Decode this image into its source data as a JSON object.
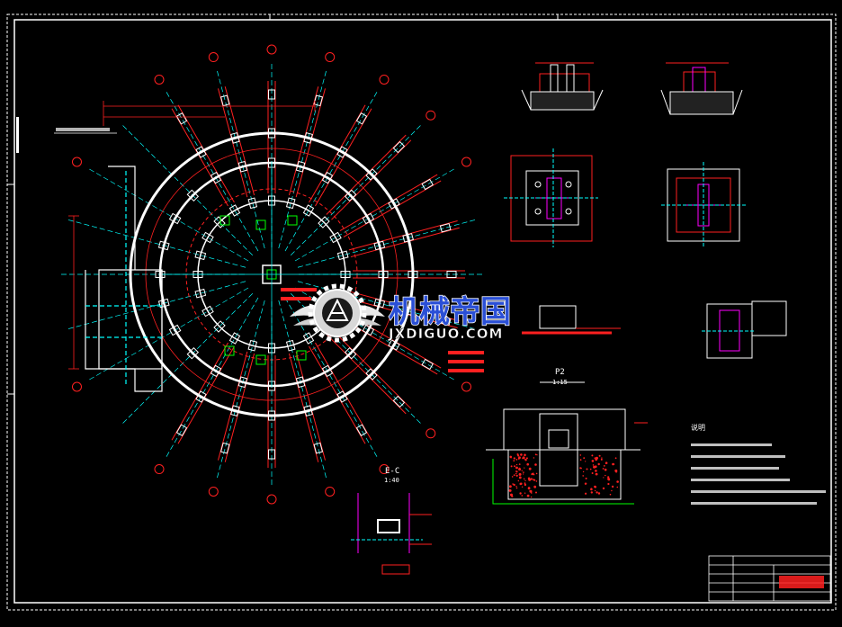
{
  "colors": {
    "background": "#000000",
    "frame": "#ffffff",
    "ring": "#ffffff",
    "axis": "#00ffff",
    "member": "#ff2020",
    "dimension": "#ff2020",
    "column": "#ffffff",
    "highlight": "#ff00ff",
    "grid_green": "#00ff00",
    "watermark_cn": "#2a4fd6",
    "watermark_en": "#ffffff"
  },
  "watermark": {
    "text_cn": "机械帝国",
    "text_en": "JXDIGUO.COM",
    "logo_icon": "gear-wings-logo-icon"
  },
  "drawing": {
    "section_label": "E-C",
    "section_scale": "1:40",
    "detail_label": "P2",
    "detail_scale": "1:15",
    "notes_heading": "说明"
  }
}
